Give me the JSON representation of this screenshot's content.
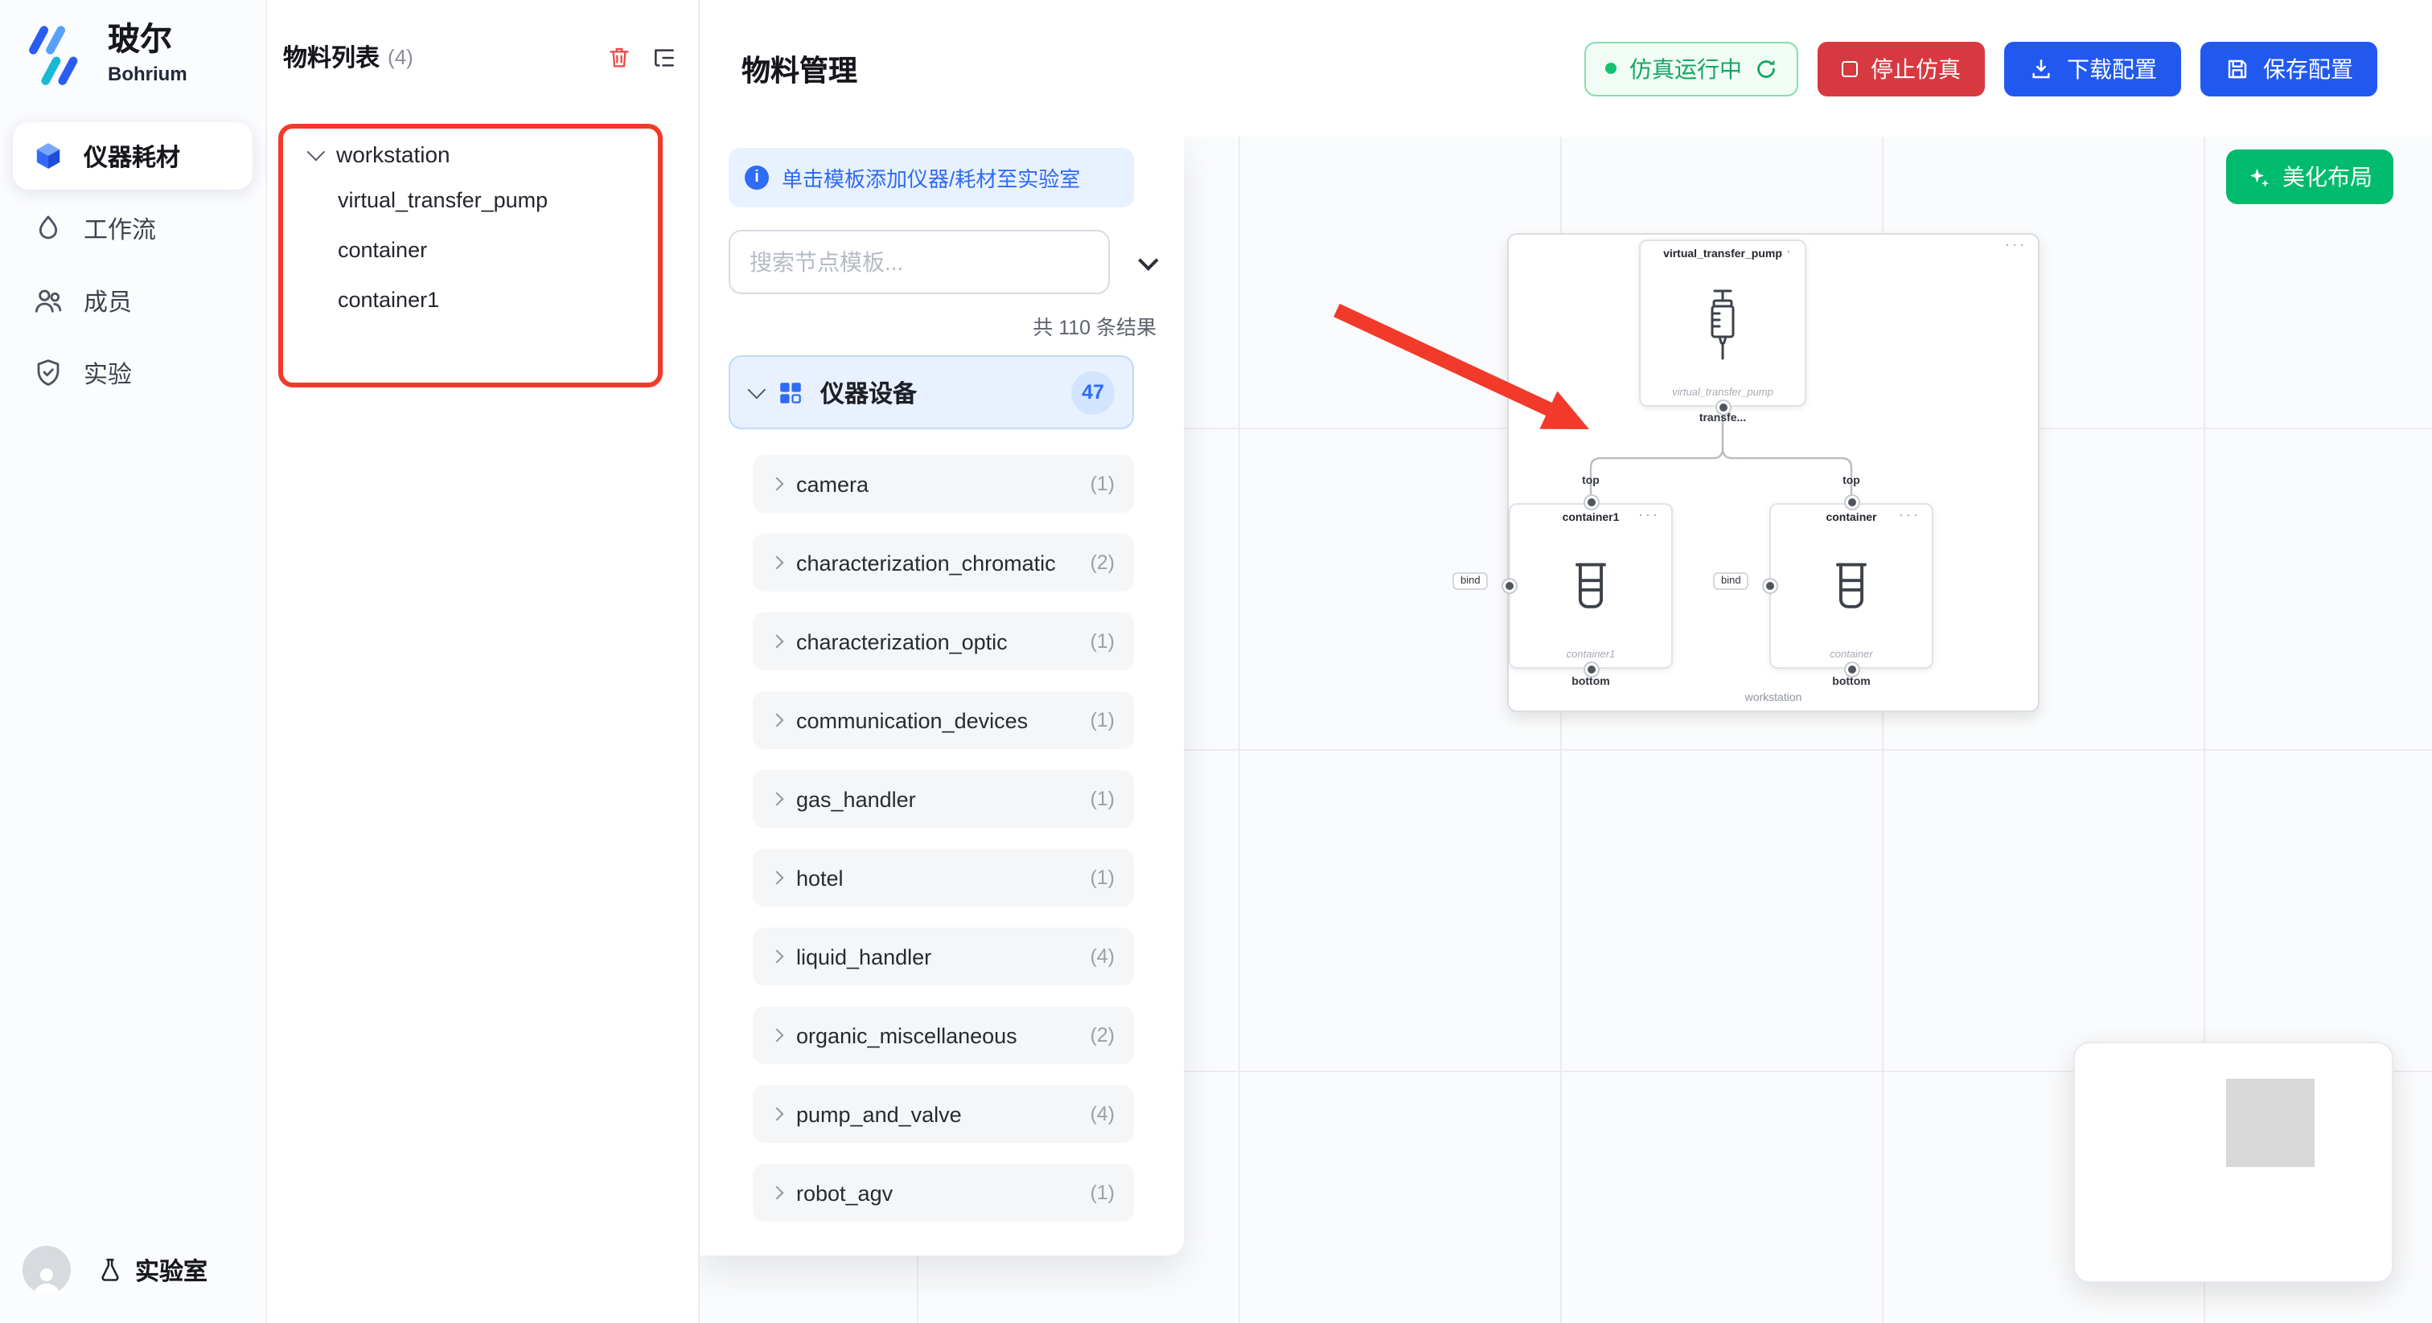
{
  "colors": {
    "primary_blue": "#2159f0",
    "danger_red": "#d63a40",
    "success_green": "#00bb6d",
    "running_green": "#12a863",
    "annotation_red": "#f23a2b"
  },
  "sidebar": {
    "logo_title": "玻尔",
    "logo_subtitle": "Bohrium",
    "items": [
      {
        "label": "仪器耗材"
      },
      {
        "label": "工作流"
      },
      {
        "label": "成员"
      },
      {
        "label": "实验"
      }
    ],
    "footer": {
      "lab_label": "实验室"
    }
  },
  "materials_panel": {
    "title": "物料列表",
    "count": "(4)",
    "tree": {
      "root_label": "workstation",
      "children": [
        "virtual_transfer_pump",
        "container",
        "container1"
      ]
    }
  },
  "topbar": {
    "title": "物料管理",
    "status_label": "仿真运行中",
    "stop_label": "停止仿真",
    "download_label": "下载配置",
    "save_label": "保存配置"
  },
  "template_panel": {
    "info_banner": "单击模板添加仪器/耗材至实验室",
    "search_placeholder": "搜索节点模板...",
    "results_summary": "共 110 条结果",
    "section": {
      "label": "仪器设备",
      "badge": "47"
    },
    "items": [
      {
        "label": "camera",
        "count": "(1)"
      },
      {
        "label": "characterization_chromatic",
        "count": "(2)"
      },
      {
        "label": "characterization_optic",
        "count": "(1)"
      },
      {
        "label": "communication_devices",
        "count": "(1)"
      },
      {
        "label": "gas_handler",
        "count": "(1)"
      },
      {
        "label": "hotel",
        "count": "(1)"
      },
      {
        "label": "liquid_handler",
        "count": "(4)"
      },
      {
        "label": "organic_miscellaneous",
        "count": "(2)"
      },
      {
        "label": "pump_and_valve",
        "count": "(4)"
      },
      {
        "label": "robot_agv",
        "count": "(1)"
      }
    ]
  },
  "canvas": {
    "beautify_label": "美化布局",
    "workstation": {
      "label": "workstation",
      "pump": {
        "title": "virtual_transfer_pump",
        "caption": "virtual_transfer_pump",
        "out_port_label": "transfe..."
      },
      "container_left": {
        "title": "container1",
        "caption": "container1",
        "top_port": "top",
        "bottom_port": "bottom",
        "bind_label": "bind"
      },
      "container_right": {
        "title": "container",
        "caption": "container",
        "top_port": "top",
        "bottom_port": "bottom",
        "bind_label": "bind"
      }
    }
  }
}
